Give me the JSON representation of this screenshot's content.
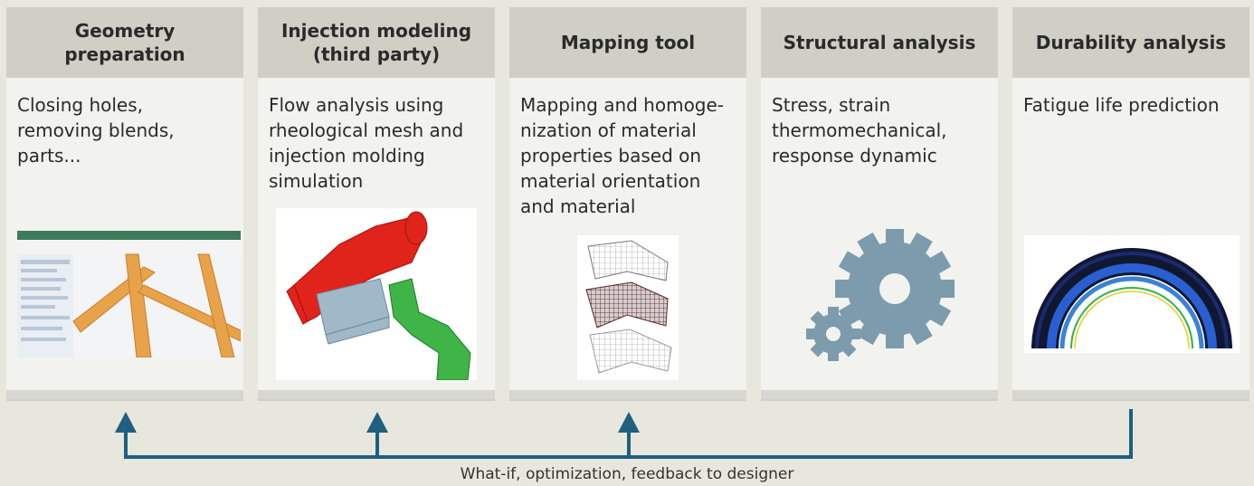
{
  "stages": [
    {
      "title": "Geometry preparation",
      "desc": "Closing holes, removing blends, parts..."
    },
    {
      "title": "Injection modeling (third party)",
      "desc": "Flow analysis using rheological mesh and injection molding simulation"
    },
    {
      "title": "Mapping tool",
      "desc": "Mapping and homoge-nization of material properties based on material orientation and material"
    },
    {
      "title": "Structural analysis",
      "desc": "Stress, strain thermomechanical, response dynamic"
    },
    {
      "title": "Durability analysis",
      "desc": "Fatigue life prediction"
    }
  ],
  "feedback_caption": "What-if, optimization, feedback to designer",
  "colors": {
    "arrow": "#1f5f7f",
    "header": "#cfcfc6",
    "card": "#f2f2ee",
    "gear": "#7c9cad"
  }
}
